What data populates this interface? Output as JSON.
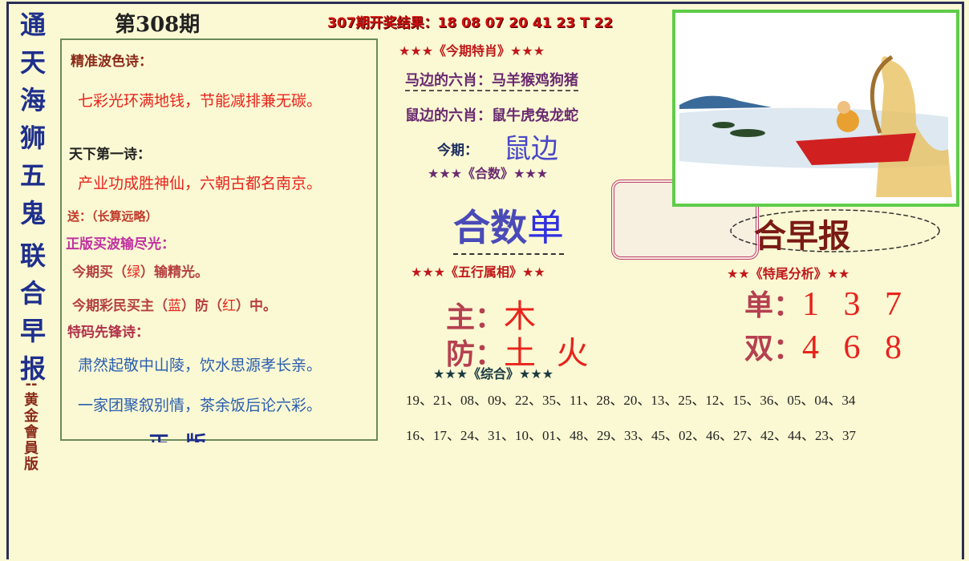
{
  "side_title": {
    "chars": [
      "通",
      "天",
      "海",
      "狮",
      "五",
      "鬼",
      "联",
      "合",
      "早",
      "报"
    ],
    "sub": "--黄金會員版"
  },
  "issue": "第308期",
  "last_result": "307期开奖结果：18 08 07 20 41 23 T 22",
  "left": {
    "h1": "精准波色诗：",
    "p1": "七彩光环满地钱，节能减排兼无碳。",
    "h2": "天下第一诗：",
    "p2": "产业功成胜神仙，六朝古都名南京。",
    "gift": "送：（长算远略）",
    "h3": "正版买波输尽光：",
    "l1a": "今期买（",
    "l1b": "绿",
    "l1c": "）输精光。",
    "l2a": "今期彩民买主（",
    "l2b": "蓝",
    "l2c": "）防（",
    "l2d": "红",
    "l2e": "）中。",
    "h4": "特码先锋诗：",
    "p3": "肃然起敬中山陵，饮水思源孝长亲。",
    "p4": "一家团聚叙别情，茶余饭后论六彩。",
    "footer": "正版"
  },
  "mid": {
    "s1": "★★★《今期特肖》★★★",
    "horse": "马边的六肖：马羊猴鸡狗猪",
    "rat": "鼠边的六肖：鼠牛虎兔龙蛇",
    "this_label": "今期：",
    "this_value": "鼠边",
    "s2": "★★★《合数》★★★",
    "heshu_label": "合数",
    "heshu_value": "单",
    "s3": "★★★《五行属相》★★",
    "main_label": "主：",
    "main_value": "木",
    "guard_label": "防：",
    "guard_value": "土  火",
    "s4": "★★★《综合》★★★",
    "row1": "19、21、08、09、22、35、11、28、20、13、25、12、15、36、05、04、34",
    "row2": "16、17、24、31、10、01、48、29、33、45、02、46、27、42、44、23、37"
  },
  "right": {
    "banner": "合早报",
    "s5": "★★《特尾分析》★★",
    "odd_label": "单：",
    "odd_value": "1 3 7",
    "even_label": "双：",
    "even_value": "4 6 8"
  },
  "colors": {
    "red": "#e8231c",
    "blue": "#2a5eb0",
    "purple": "#6a2a70",
    "navy": "#1e2f8c"
  }
}
